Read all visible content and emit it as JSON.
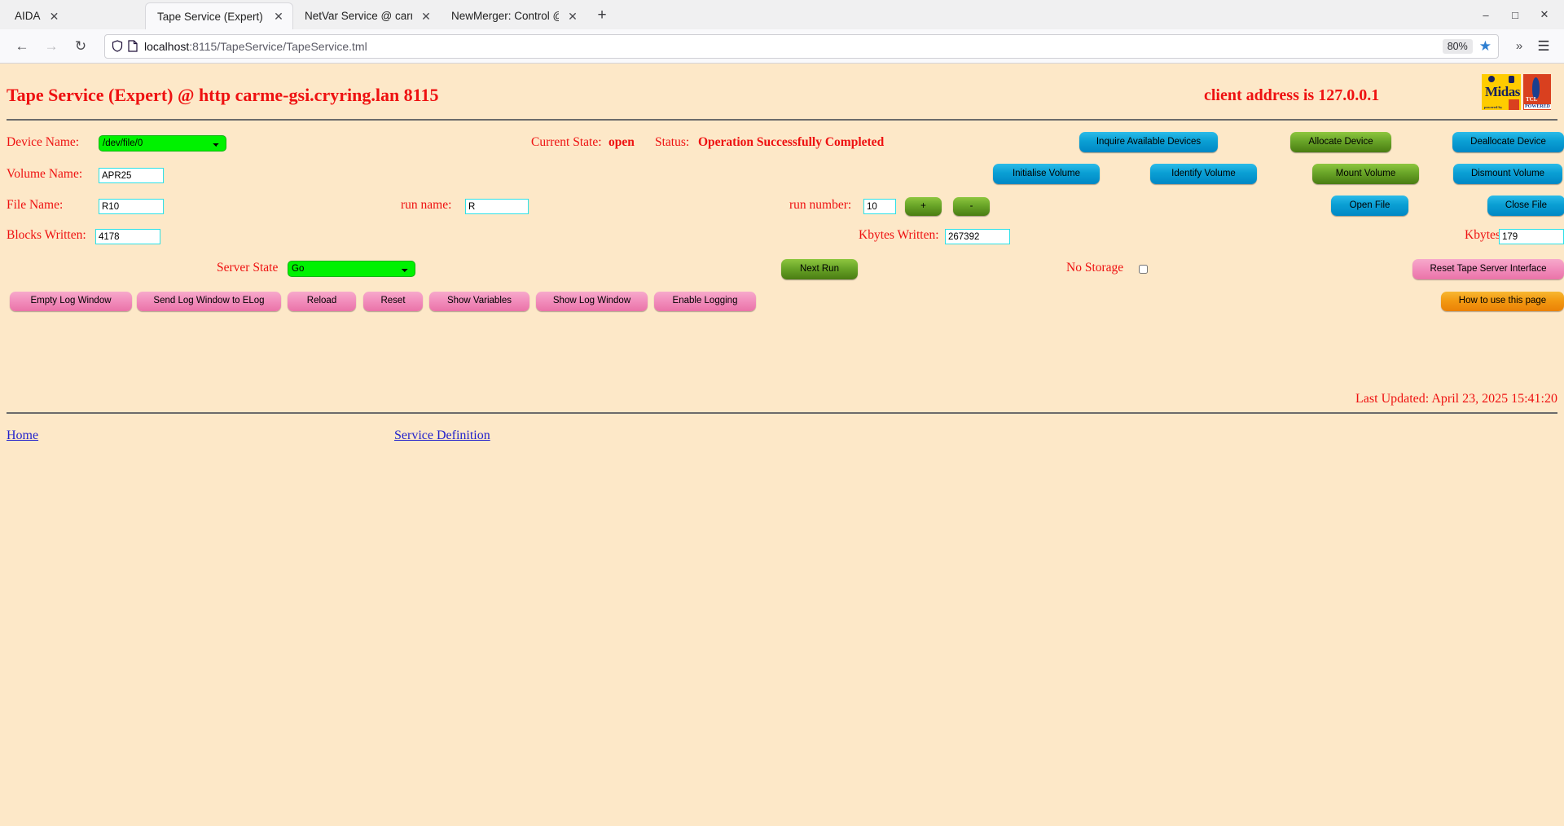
{
  "browser": {
    "tabs": [
      {
        "title": "AIDA",
        "active": false
      },
      {
        "title": "Tape Service (Expert) @ carm",
        "active": true
      },
      {
        "title": "NetVar Service @ carme-gsi",
        "active": false
      },
      {
        "title": "NewMerger: Control @ carme",
        "active": false
      }
    ],
    "new_tab_label": "+",
    "window_controls": {
      "minimize": "–",
      "maximize": "□",
      "close": "✕"
    },
    "nav": {
      "back": "←",
      "forward": "→",
      "reload": "↻"
    },
    "url_host": "localhost",
    "url_path": ":8115/TapeService/TapeService.tml",
    "zoom_level": "80%",
    "bookmark_star": "★",
    "overflow": "»",
    "menu": "☰",
    "close_tab_glyph": "✕"
  },
  "page": {
    "title": "Tape Service (Expert) @ http carme-gsi.cryring.lan 8115",
    "client_address": "client address is 127.0.0.1",
    "logos": {
      "midas_word": "idas",
      "midas_initial": "M",
      "midas_powered": "powered by",
      "tcl_word": "TCL",
      "tcl_powered": "POWERED"
    },
    "labels": {
      "device_name": "Device Name:",
      "volume_name": "Volume Name:",
      "file_name": "File Name:",
      "blocks_written": "Blocks Written:",
      "run_name": "run name:",
      "run_number": "run number:",
      "kbytes_written": "Kbytes Written:",
      "kbytes_sec": "Kbytes/sec:",
      "server_state": "Server State",
      "no_storage": "No Storage",
      "current_state_label": "Current State:",
      "status_label": "Status:"
    },
    "values": {
      "device_name": "/dev/file/0",
      "volume_name": "APR25",
      "file_name": "R10",
      "run_name": "R",
      "run_number": "10",
      "blocks_written": "4178",
      "kbytes_written": "267392",
      "kbytes_sec": "179",
      "server_state": "Go",
      "current_state": "open",
      "status": "Operation Successfully Completed",
      "no_storage_checked": false
    },
    "device_options": [
      "/dev/file/0"
    ],
    "server_state_options": [
      "Go"
    ],
    "buttons": {
      "inquire_available_devices": "Inquire Available Devices",
      "allocate_device": "Allocate Device",
      "deallocate_device": "Deallocate Device",
      "initialise_volume": "Initialise Volume",
      "identify_volume": "Identify Volume",
      "mount_volume": "Mount Volume",
      "dismount_volume": "Dismount Volume",
      "open_file": "Open File",
      "close_file": "Close File",
      "run_plus": "+",
      "run_minus": "-",
      "next_run": "Next Run",
      "reset_tape_server_interface": "Reset Tape Server Interface",
      "empty_log_window": "Empty Log Window",
      "send_log_window_to_elog": "Send Log Window to ELog",
      "reload": "Reload",
      "reset": "Reset",
      "show_variables": "Show Variables",
      "show_log_window": "Show Log Window",
      "enable_logging": "Enable Logging",
      "how_to_use_this_page": "How to use this page"
    },
    "last_updated": "Last Updated: April 23, 2025 15:41:20",
    "footer_links": {
      "home": "Home",
      "service_definition": "Service Definition"
    }
  }
}
